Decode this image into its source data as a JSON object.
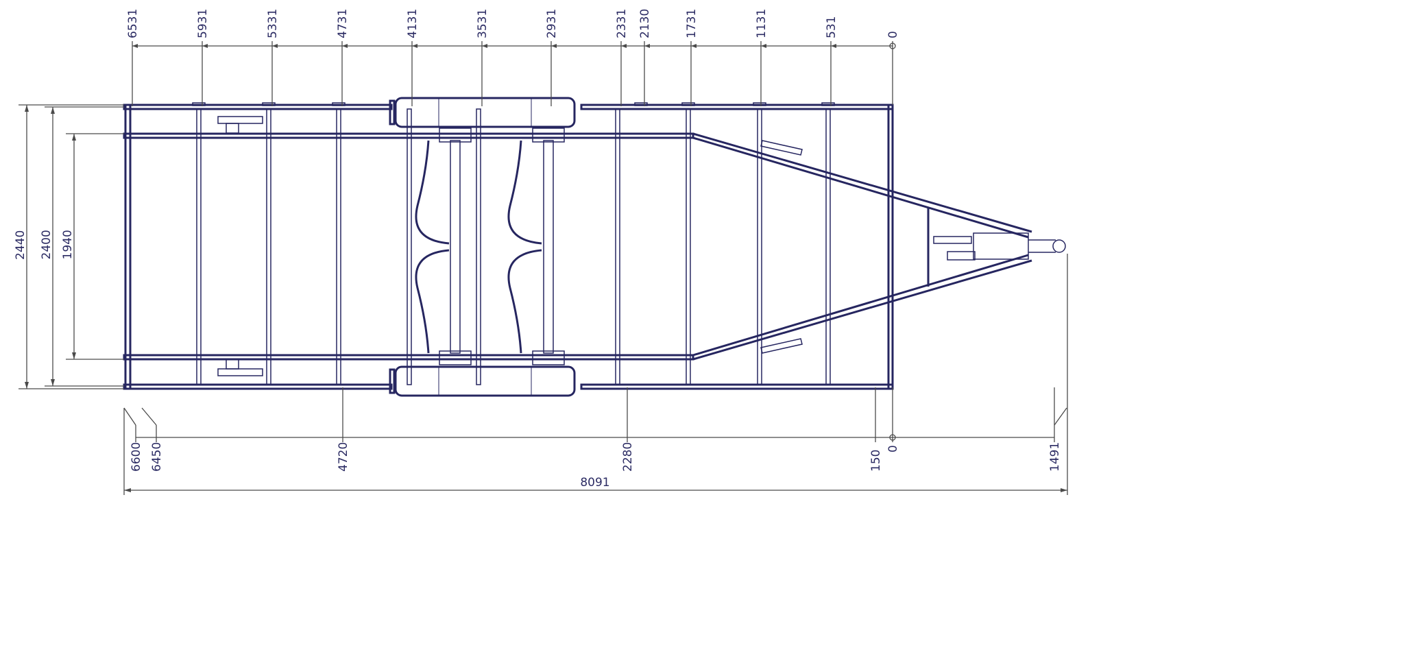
{
  "drawing": {
    "title": "Trailer chassis top view dimensions",
    "top_dimensions": [
      "6531",
      "5931",
      "5331",
      "4731",
      "4131",
      "3531",
      "2931",
      "2331",
      "2130",
      "1731",
      "1131",
      "531",
      "0"
    ],
    "bottom_dimensions": [
      "6600",
      "6450",
      "4720",
      "2280",
      "150",
      "0",
      "1491"
    ],
    "overall_length": "8091",
    "side_dimensions": [
      "2440",
      "2400",
      "1940"
    ],
    "colors": {
      "line": "#262660",
      "dimension": "#4a4a4a",
      "text": "#2b2b63"
    }
  }
}
